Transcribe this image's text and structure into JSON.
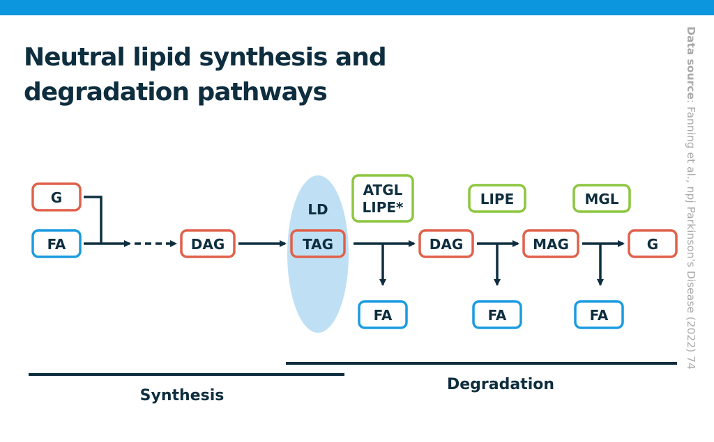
{
  "title_line1": "Neutral lipid synthesis and",
  "title_line2": "degradation pathways",
  "source_label": "Data source",
  "source_text": ": Fanning et al., npj Parkinson's Disease (2022) 74",
  "colors": {
    "accent_bar": "#0b96de",
    "red_box": "#e0604a",
    "blue_box": "#1a9be0",
    "green_box": "#8cc63f",
    "droplet": "#bfe0f4",
    "text": "#0e2e3f",
    "muted": "#aaaaaa"
  },
  "diagram": {
    "ld_label": "LD",
    "boxes": {
      "g_input": "G",
      "fa_input": "FA",
      "dag_1": "DAG",
      "tag": "TAG",
      "dag_2": "DAG",
      "mag": "MAG",
      "g_output": "G",
      "fa_out_1": "FA",
      "fa_out_2": "FA",
      "fa_out_3": "FA"
    },
    "enzymes": {
      "atgl_line1": "ATGL",
      "atgl_line2": "LIPE*",
      "lipe": "LIPE",
      "mgl": "MGL"
    },
    "sections": {
      "synthesis": "Synthesis",
      "degradation": "Degradation"
    }
  }
}
